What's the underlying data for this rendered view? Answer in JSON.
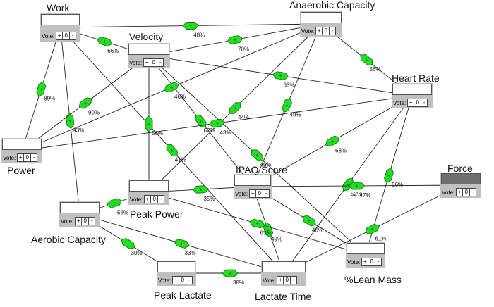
{
  "vote_label": "Vote:",
  "plus": "+",
  "minus": "-",
  "nodes": {
    "work": {
      "name": "Work",
      "vote": "0"
    },
    "anaerobic": {
      "name": "Anaerobic Capacity",
      "vote": "0"
    },
    "velocity": {
      "name": "Velocity",
      "vote": "0"
    },
    "heartrate": {
      "name": "Heart Rate",
      "vote": "0"
    },
    "power": {
      "name": "Power",
      "vote": "0"
    },
    "ipaq": {
      "name": "IPAQ Score",
      "vote": "0"
    },
    "force": {
      "name": "Force",
      "vote": "0"
    },
    "peakpower": {
      "name": "Peak Power",
      "vote": "0"
    },
    "aerobic": {
      "name": "Aerobic Capacity",
      "vote": "0"
    },
    "leanmass": {
      "name": "%Lean Mass",
      "vote": "0"
    },
    "peaklactate": {
      "name": "Peak Lactate",
      "vote": "0"
    },
    "lactatetime": {
      "name": "Lactate Time",
      "vote": "0"
    }
  },
  "edges": [
    {
      "from": "work",
      "to": "anaerobic",
      "label": "48%"
    },
    {
      "from": "work",
      "to": "velocity",
      "label": "66%"
    },
    {
      "from": "work",
      "to": "power",
      "label": "89%"
    },
    {
      "from": "work",
      "to": "aerobic",
      "label": "43%"
    },
    {
      "from": "work",
      "to": "lactatetime",
      "label": "41%"
    },
    {
      "from": "velocity",
      "to": "anaerobic",
      "label": "70%"
    },
    {
      "from": "velocity",
      "to": "power",
      "label": "90%"
    },
    {
      "from": "velocity",
      "to": "heartrate",
      "label": "63%"
    },
    {
      "from": "velocity",
      "to": "peakpower",
      "label": "56%"
    },
    {
      "from": "velocity",
      "to": "ipaq",
      "label": "62%"
    },
    {
      "from": "velocity",
      "to": "leanmass",
      "label": "46%"
    },
    {
      "from": "anaerobic",
      "to": "heartrate",
      "label": "56%"
    },
    {
      "from": "anaerobic",
      "to": "peakpower",
      "label": "44%"
    },
    {
      "from": "anaerobic",
      "to": "ipaq",
      "label": "49%"
    },
    {
      "from": "heartrate",
      "to": "power",
      "label": "43%"
    },
    {
      "from": "heartrate",
      "to": "ipaq",
      "label": "68%"
    },
    {
      "from": "heartrate",
      "to": "lactatetime",
      "label": "52%"
    },
    {
      "from": "heartrate",
      "to": "leanmass",
      "label": "56%"
    },
    {
      "from": "power",
      "to": "anaerobic",
      "label": "46%"
    },
    {
      "from": "ipaq",
      "to": "force",
      "label": "47%"
    },
    {
      "from": "ipaq",
      "to": "lactatetime",
      "label": "49%"
    },
    {
      "from": "ipaq",
      "to": "leanmass",
      "label": "46%"
    },
    {
      "from": "peakpower",
      "to": "ipaq",
      "label": "35%"
    },
    {
      "from": "peakpower",
      "to": "leanmass",
      "label": "63%"
    },
    {
      "from": "aerobic",
      "to": "peakpower",
      "label": "56%"
    },
    {
      "from": "aerobic",
      "to": "lactatetime",
      "label": "33%"
    },
    {
      "from": "aerobic",
      "to": "peaklactate",
      "label": "30%"
    },
    {
      "from": "peaklactate",
      "to": "lactatetime",
      "label": "38%"
    },
    {
      "from": "force",
      "to": "lactatetime",
      "label": "61%"
    }
  ],
  "colors": {
    "edge_marker": "#22dd22",
    "node_bg": "#c0c0c0",
    "selected_box": "#707070"
  }
}
